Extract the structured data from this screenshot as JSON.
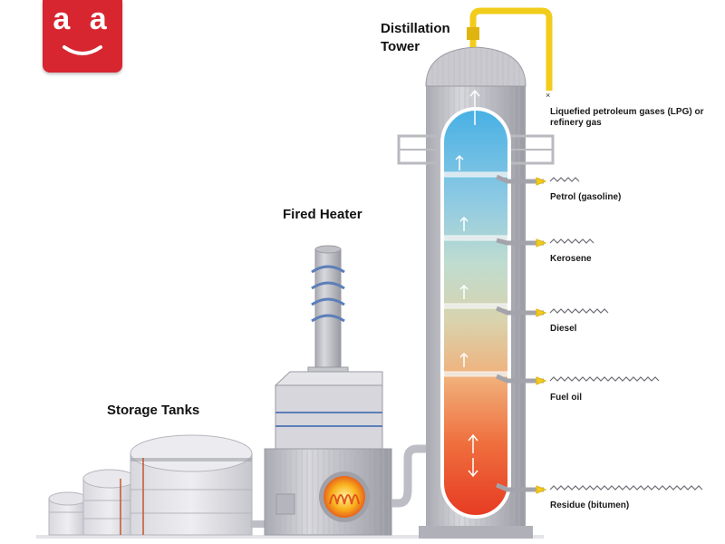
{
  "logo": {
    "text": "a a",
    "color": "#d7262f"
  },
  "labels": {
    "distillation_tower": [
      "Distillation",
      "Tower"
    ],
    "fired_heater": "Fired Heater",
    "storage_tanks": "Storage Tanks"
  },
  "products": [
    {
      "name": "Liquefied petroleum gases (LPG) or",
      "name2": "refinery gas"
    },
    {
      "name": "Petrol (gasoline)"
    },
    {
      "name": "Kerosene"
    },
    {
      "name": "Diesel"
    },
    {
      "name": "Fuel oil"
    },
    {
      "name": "Residue (bitumen)"
    }
  ],
  "colors": {
    "pipe_yellow": "#f2cc1a",
    "tower_top": "#4fb3e3",
    "tower_bottom": "#e8452a",
    "flame": "#f7a21b",
    "steel": "#c9c9cf"
  }
}
